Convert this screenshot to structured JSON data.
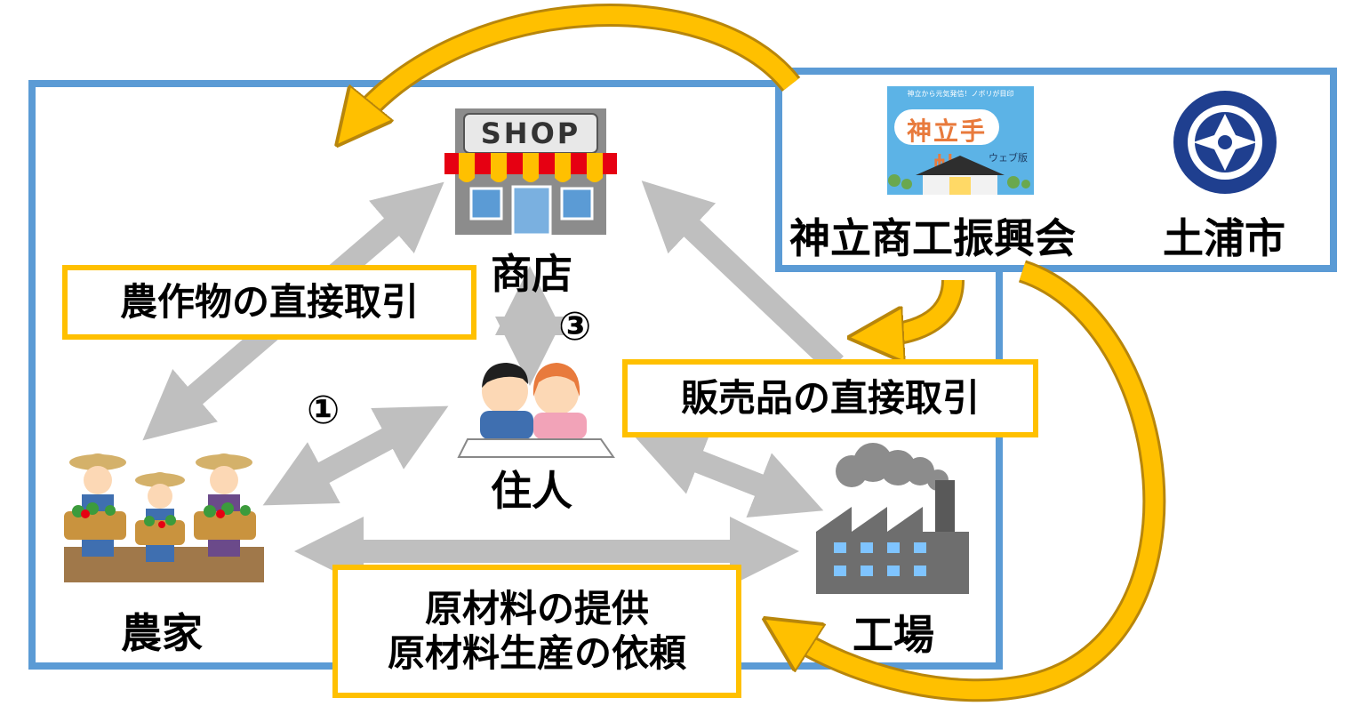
{
  "nodes": {
    "shop": {
      "label": "商店",
      "sign": "SHOP"
    },
    "resident": {
      "label": "住人"
    },
    "farmer": {
      "label": "農家"
    },
    "factory": {
      "label": "工場"
    }
  },
  "numbers": {
    "one": "①",
    "three": "③"
  },
  "labels": {
    "crop_trade": "農作物の直接取引",
    "product_trade": "販売品の直接取引",
    "material_line1": "原材料の提供",
    "material_line2": "原材料生産の依頼"
  },
  "orgs": {
    "association": "神立商工振興会",
    "city": "土浦市",
    "booklet_title": "神立手帖",
    "booklet_tagline": "神立から元気発信！ノボリが目印",
    "booklet_edition": "ウェブ版"
  },
  "colors": {
    "frame": "#5b9bd5",
    "highlight": "#ffc000",
    "gray_arrow": "#bfbfbf",
    "gold_arrow": "#ffc000"
  }
}
